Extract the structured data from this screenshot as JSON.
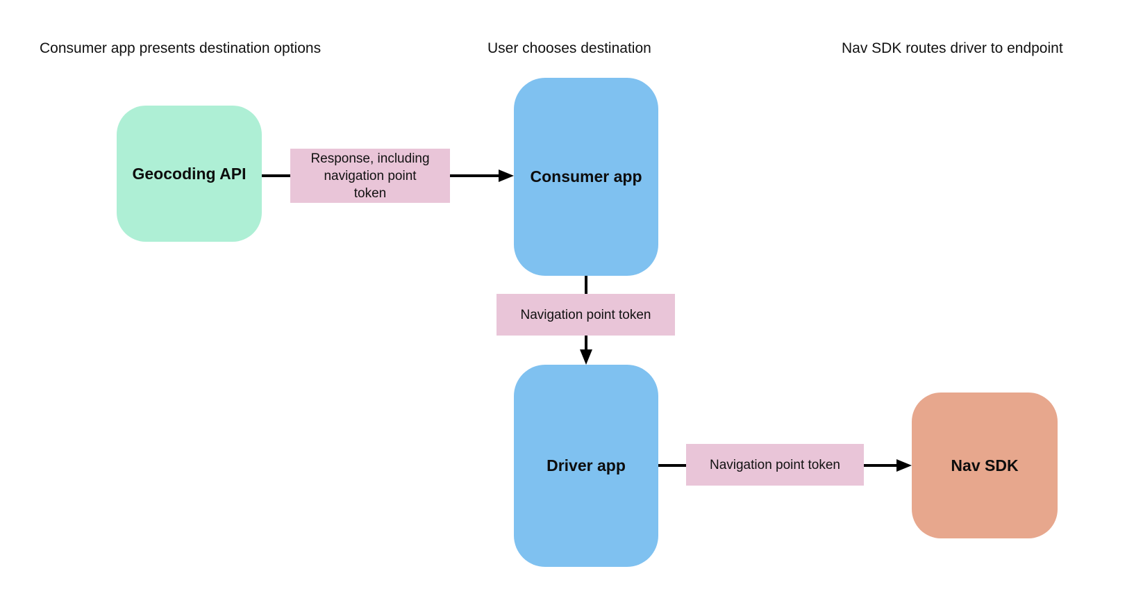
{
  "diagram": {
    "background": "#FFFFFF",
    "connector_color": "#000000",
    "captions": [
      {
        "label": "Consumer app presents destination options"
      },
      {
        "label": "User chooses destination"
      },
      {
        "label": "Nav SDK routes driver to endpoint"
      }
    ],
    "nodes": [
      {
        "label": "Geocoding API",
        "color": "#AEEFD5"
      },
      {
        "label": "Consumer app",
        "color": "#7FC1F0"
      },
      {
        "label": "Driver app",
        "color": "#7FC1F0"
      },
      {
        "label": "Nav SDK",
        "color": "#E7A78D"
      }
    ],
    "edge_labels": [
      {
        "label": "Response, including navigation point token",
        "color": "#E9C5D8",
        "from": "Geocoding API",
        "to": "Consumer app"
      },
      {
        "label": "Navigation point token",
        "color": "#E9C5D8",
        "from": "Consumer app",
        "to": "Driver app"
      },
      {
        "label": "Navigation point token",
        "color": "#E9C5D8",
        "from": "Driver app",
        "to": "Nav SDK"
      }
    ]
  }
}
